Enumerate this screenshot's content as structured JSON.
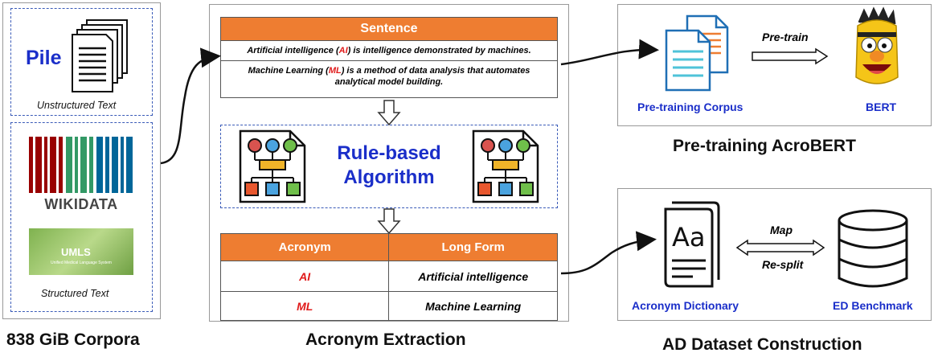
{
  "corpora": {
    "pile_label": "Pile",
    "unstructured_caption": "Unstructured Text",
    "wikidata_label": "WIKIDATA",
    "umls_label": "UMLS",
    "umls_subtitle": "Unified Medical Language System",
    "structured_caption": "Structured Text",
    "section_title": "838 GiB Corpora"
  },
  "extraction": {
    "sentence_header": "Sentence",
    "sentence1": {
      "prefix": "Artificial intelligence (",
      "abbr": "AI",
      "suffix": ") is intelligence demonstrated by machines."
    },
    "sentence2": {
      "prefix": "Machine Learning (",
      "abbr": "ML",
      "suffix": ") is a method of data analysis that automates analytical model building."
    },
    "algorithm_line1": "Rule-based",
    "algorithm_line2": "Algorithm",
    "table": {
      "col_acronym": "Acronym",
      "col_longform": "Long Form",
      "rows": [
        {
          "acronym": "AI",
          "long_form": "Artificial intelligence"
        },
        {
          "acronym": "ML",
          "long_form": "Machine Learning"
        }
      ]
    },
    "section_title": "Acronym Extraction"
  },
  "pretraining": {
    "arrow_label": "Pre-train",
    "corpus_label": "Pre-training Corpus",
    "bert_label": "BERT",
    "section_title": "Pre-training AcroBERT"
  },
  "ad_dataset": {
    "map_label": "Map",
    "resplit_label": "Re-split",
    "dictionary_label": "Acronym Dictionary",
    "benchmark_label": "ED Benchmark",
    "section_title": "AD Dataset Construction"
  },
  "colors": {
    "orange": "#ee7d31",
    "blue_text": "#1a2ec9",
    "red_text": "#e01a1a",
    "dashed_border": "#3a5bb8"
  }
}
